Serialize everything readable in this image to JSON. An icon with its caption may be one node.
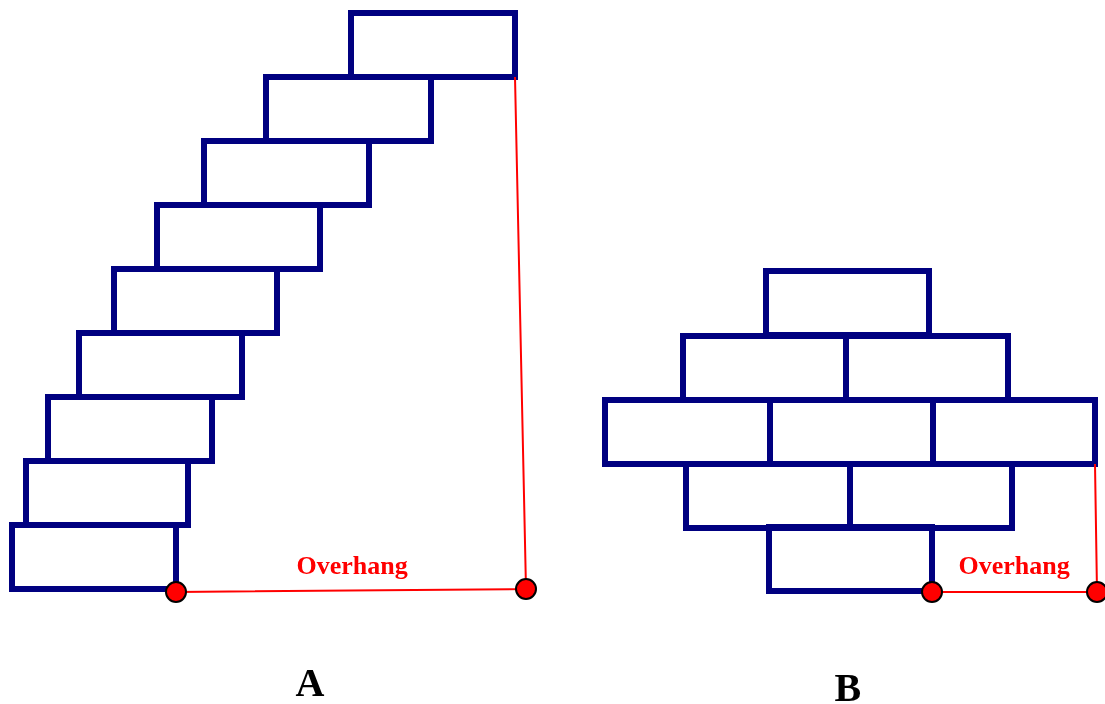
{
  "diagram": {
    "labels": [
      "Overhang",
      "Overhang",
      "A",
      "B"
    ]
  }
}
